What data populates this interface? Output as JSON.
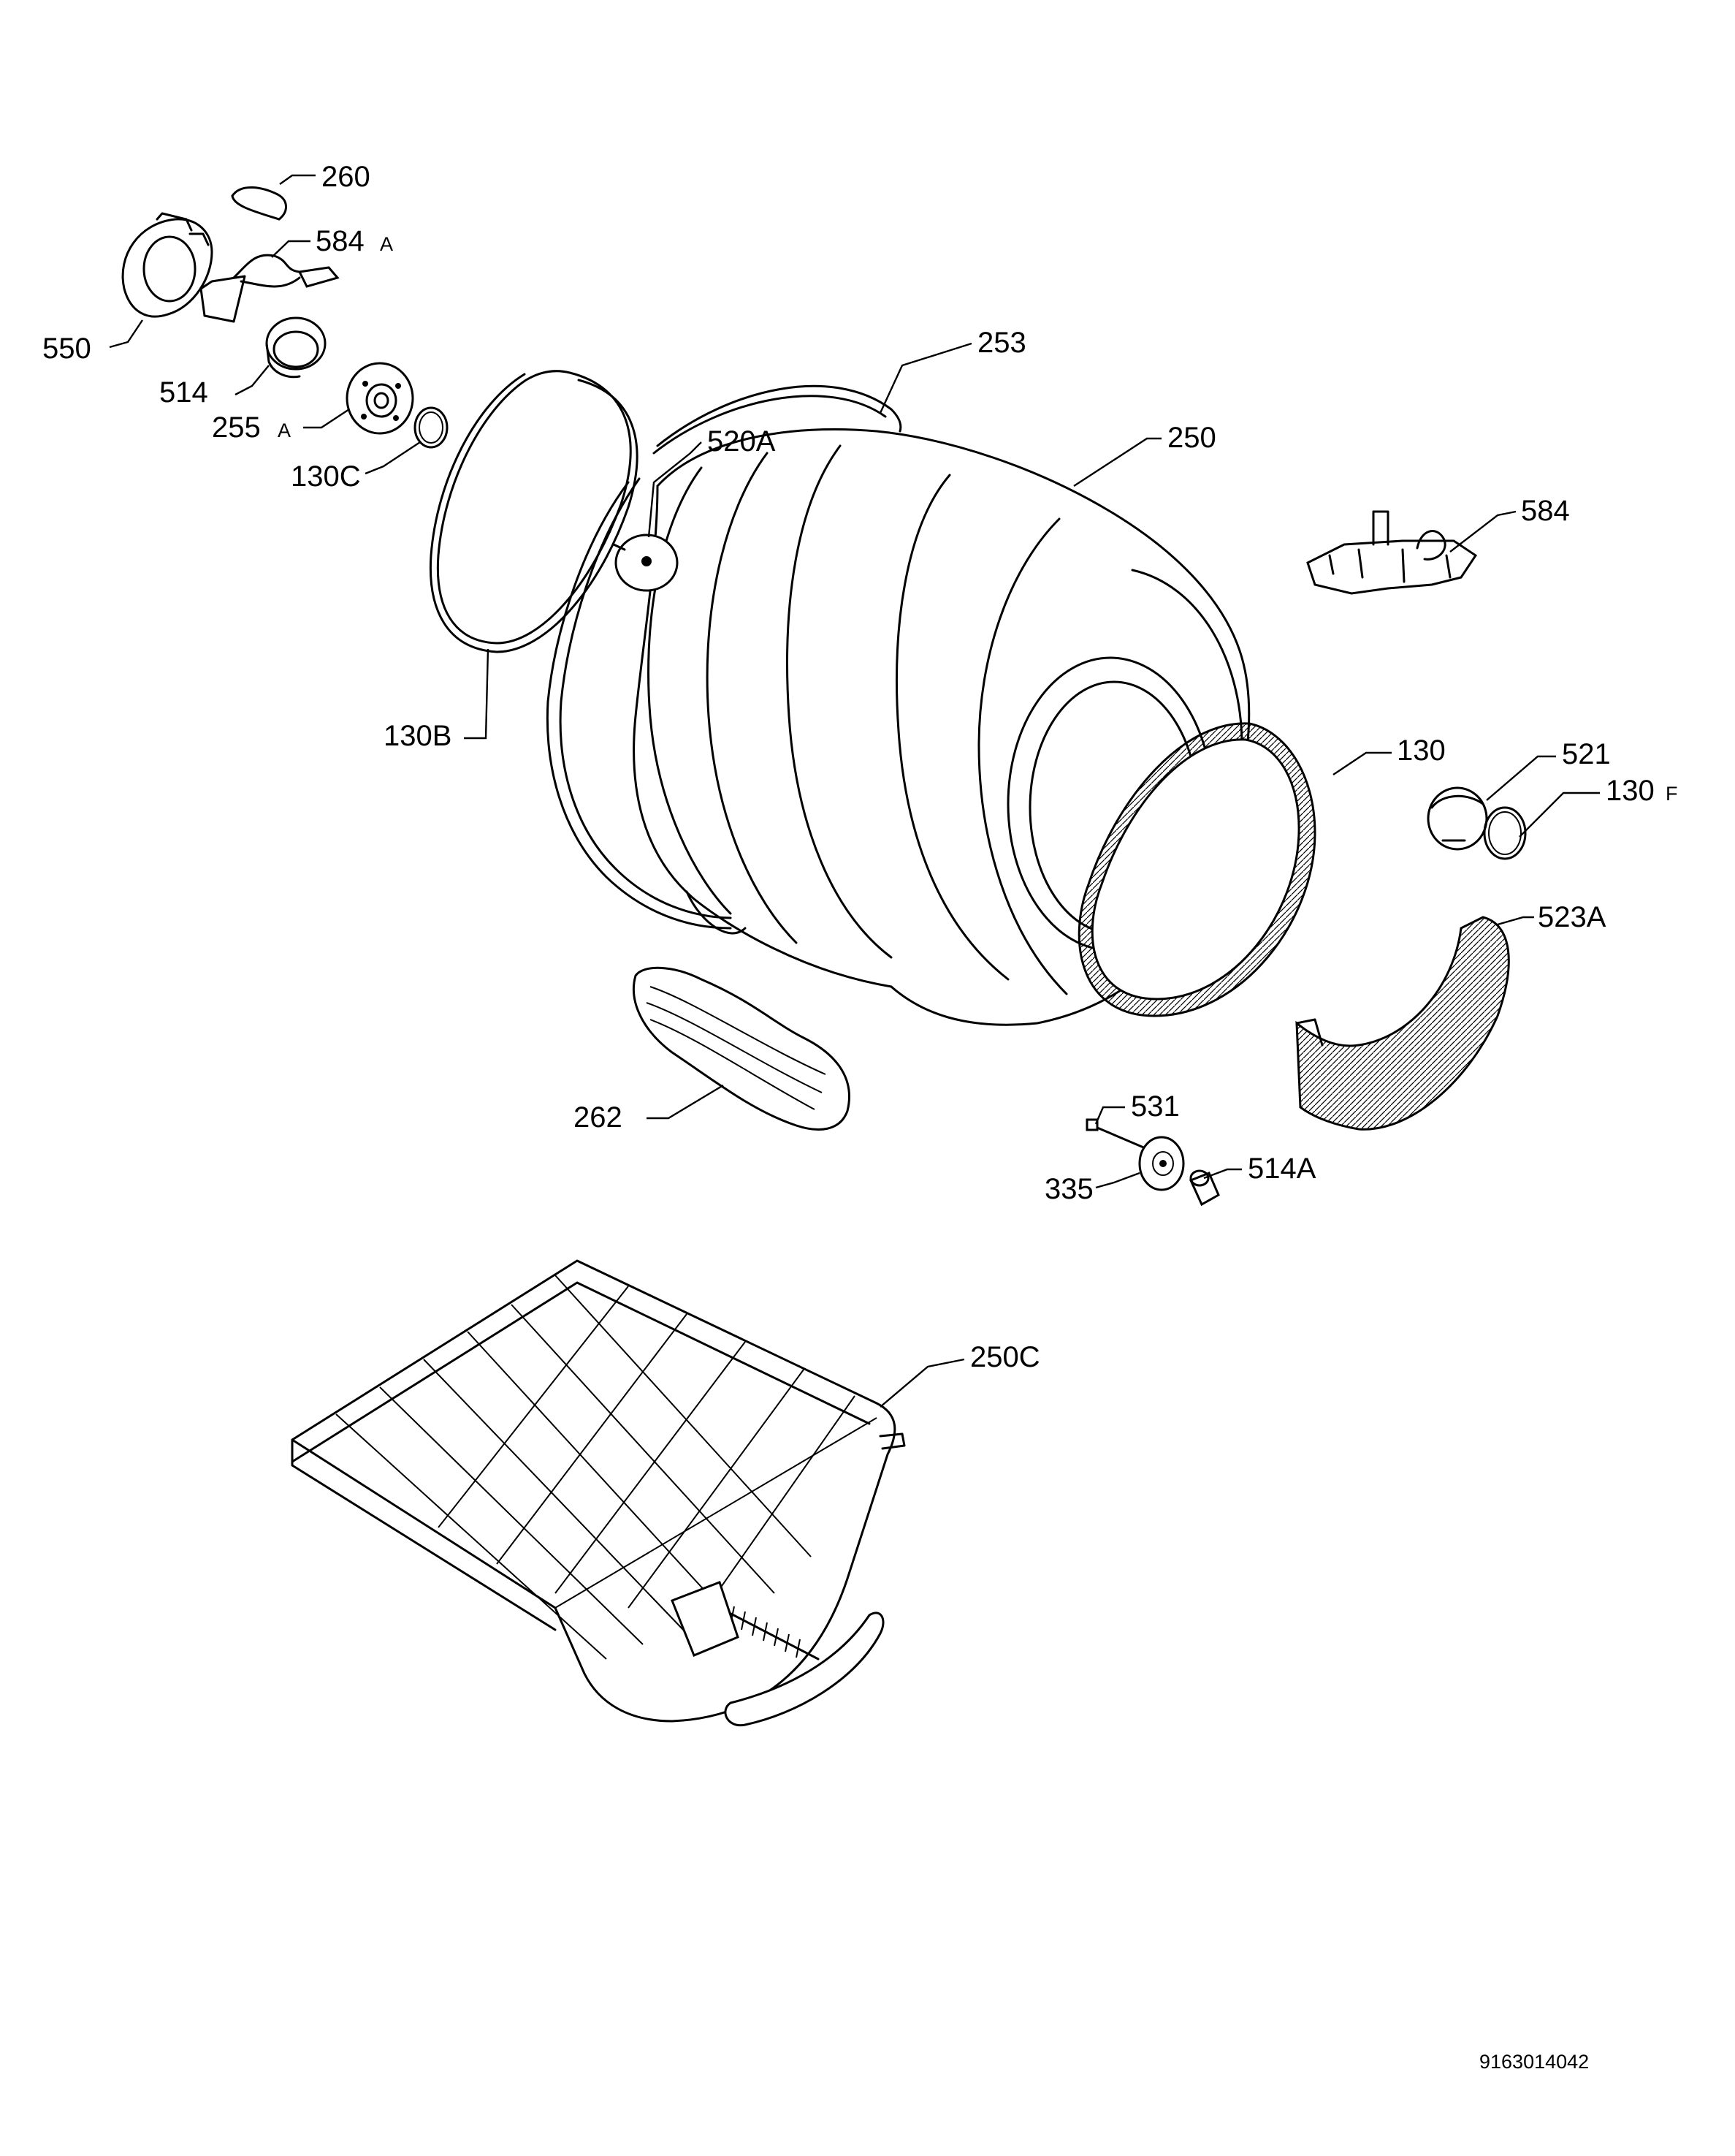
{
  "callouts": [
    {
      "id": "p260",
      "text": "260"
    },
    {
      "id": "p584a",
      "text": "584",
      "suffix": "A"
    },
    {
      "id": "p550",
      "text": "550"
    },
    {
      "id": "p514",
      "text": "514"
    },
    {
      "id": "p255a",
      "text": "255",
      "suffix": "A"
    },
    {
      "id": "p130c",
      "text": "130C"
    },
    {
      "id": "p253",
      "text": "253"
    },
    {
      "id": "p520a",
      "text": "520A"
    },
    {
      "id": "p250",
      "text": "250"
    },
    {
      "id": "p584",
      "text": "584"
    },
    {
      "id": "p130b",
      "text": "130B"
    },
    {
      "id": "p130",
      "text": "130"
    },
    {
      "id": "p521",
      "text": "521"
    },
    {
      "id": "p130f",
      "text": "130",
      "suffix": "F"
    },
    {
      "id": "p523a",
      "text": "523A"
    },
    {
      "id": "p262",
      "text": "262"
    },
    {
      "id": "p531",
      "text": "531"
    },
    {
      "id": "p335",
      "text": "335"
    },
    {
      "id": "p514a",
      "text": "514A"
    },
    {
      "id": "p250c",
      "text": "250C"
    }
  ],
  "drawing_number": "9163014042"
}
